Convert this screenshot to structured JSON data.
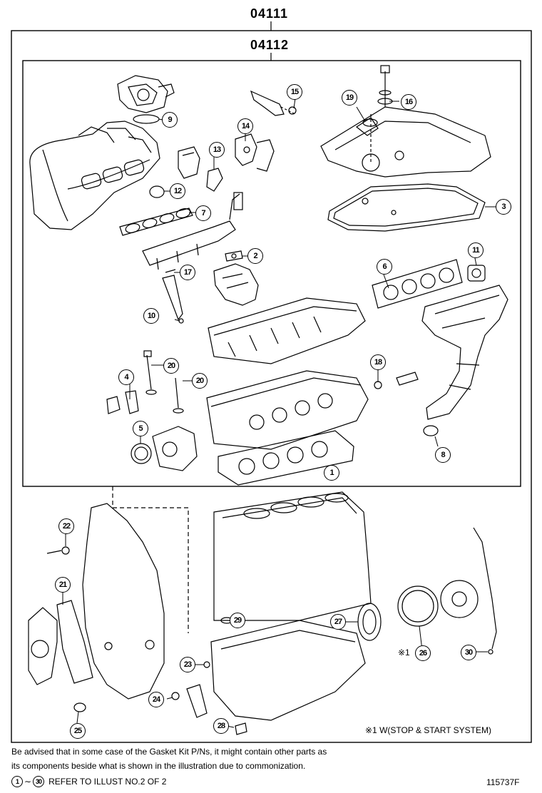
{
  "kits": {
    "outer": "04111",
    "inner": "04112"
  },
  "footnote_box": "※1 W(STOP & START SYSTEM)",
  "note_line1": "Be advised that in some case of the Gasket Kit P/Ns,  it might contain other parts as",
  "note_line2": "its components beside what is shown in the illustration due to commonization.",
  "refer": {
    "from": "1",
    "to": "30",
    "text": "REFER TO ILLUST NO.2 OF 2"
  },
  "figure_id": "115737F",
  "callout_prefix_26": "※1",
  "callouts": [
    "1",
    "2",
    "3",
    "4",
    "5",
    "6",
    "7",
    "8",
    "9",
    "10",
    "11",
    "12",
    "13",
    "14",
    "15",
    "16",
    "17",
    "18",
    "19",
    "20",
    "20",
    "21",
    "22",
    "23",
    "24",
    "25",
    "26",
    "27",
    "28",
    "29",
    "30"
  ]
}
